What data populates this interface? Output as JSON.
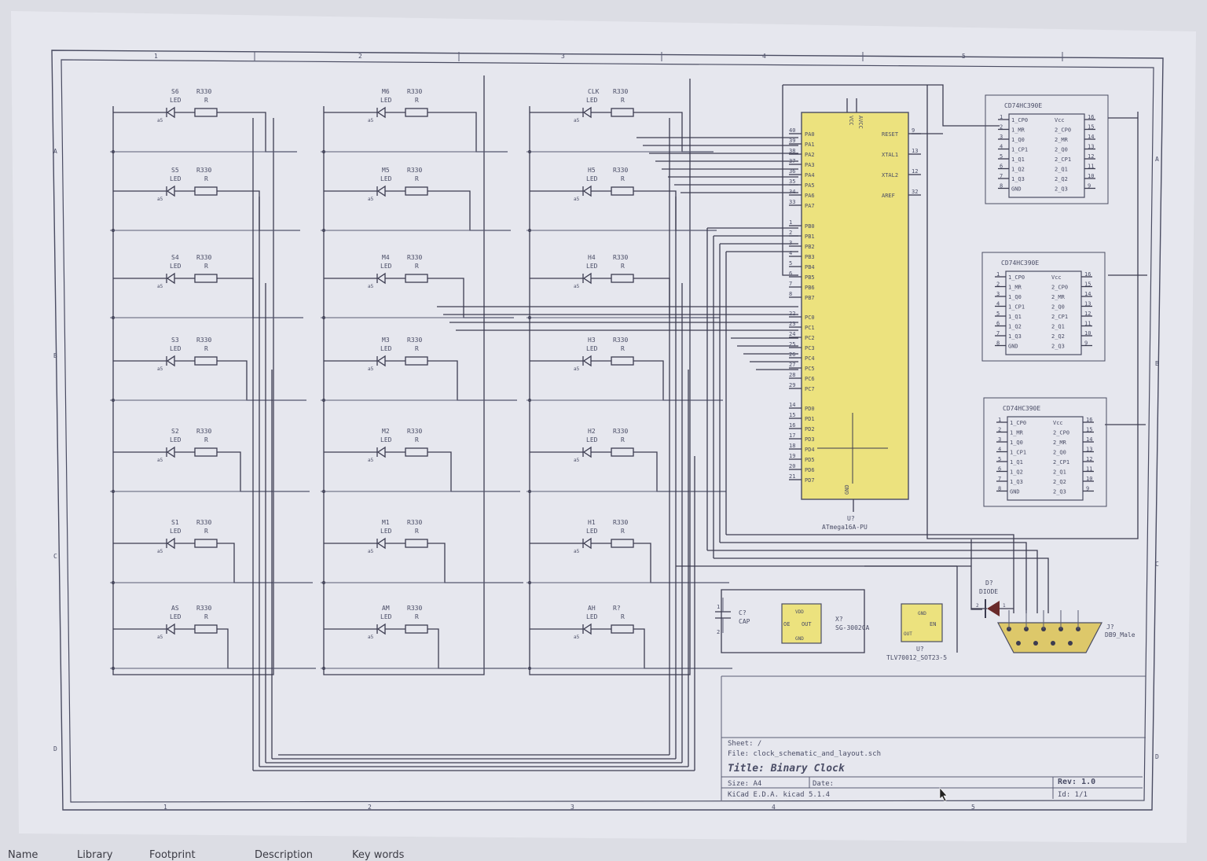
{
  "colors": {
    "background": "#dcdde4",
    "sheet": "#e6e7ee",
    "wire": "#3c3c50",
    "ic_fill": "#ece27e",
    "text": "#4a4d66"
  },
  "frame": {
    "col_marks": [
      "1",
      "2",
      "3",
      "4",
      "5"
    ],
    "row_marks": [
      "A",
      "B",
      "C",
      "D"
    ]
  },
  "led_columns": [
    {
      "rows": [
        {
          "ref": "S6",
          "type": "LED",
          "res_ref": "R330",
          "res_val": "R",
          "net": "a5"
        },
        {
          "ref": "S5",
          "type": "LED",
          "res_ref": "R330",
          "res_val": "R",
          "net": "a5"
        },
        {
          "ref": "S4",
          "type": "LED",
          "res_ref": "R330",
          "res_val": "R",
          "net": "a5"
        },
        {
          "ref": "S3",
          "type": "LED",
          "res_ref": "R330",
          "res_val": "R",
          "net": "a5"
        },
        {
          "ref": "S2",
          "type": "LED",
          "res_ref": "R330",
          "res_val": "R",
          "net": "a5"
        },
        {
          "ref": "S1",
          "type": "LED",
          "res_ref": "R330",
          "res_val": "R",
          "net": "a5"
        },
        {
          "ref": "AS",
          "type": "LED",
          "res_ref": "R330",
          "res_val": "R",
          "net": "a5"
        }
      ]
    },
    {
      "rows": [
        {
          "ref": "M6",
          "type": "LED",
          "res_ref": "R330",
          "res_val": "R",
          "net": "a5"
        },
        {
          "ref": "M5",
          "type": "LED",
          "res_ref": "R330",
          "res_val": "R",
          "net": "a5"
        },
        {
          "ref": "M4",
          "type": "LED",
          "res_ref": "R330",
          "res_val": "R",
          "net": "a5"
        },
        {
          "ref": "M3",
          "type": "LED",
          "res_ref": "R330",
          "res_val": "R",
          "net": "a5"
        },
        {
          "ref": "M2",
          "type": "LED",
          "res_ref": "R330",
          "res_val": "R",
          "net": "a5"
        },
        {
          "ref": "M1",
          "type": "LED",
          "res_ref": "R330",
          "res_val": "R",
          "net": "a5"
        },
        {
          "ref": "AM",
          "type": "LED",
          "res_ref": "R330",
          "res_val": "R",
          "net": "a5"
        }
      ]
    },
    {
      "rows": [
        {
          "ref": "CLK",
          "type": "LED",
          "res_ref": "R330",
          "res_val": "R",
          "net": "a5"
        },
        {
          "ref": "H5",
          "type": "LED",
          "res_ref": "R330",
          "res_val": "R",
          "net": "a5"
        },
        {
          "ref": "H4",
          "type": "LED",
          "res_ref": "R330",
          "res_val": "R",
          "net": "a5"
        },
        {
          "ref": "H3",
          "type": "LED",
          "res_ref": "R330",
          "res_val": "R",
          "net": "a5"
        },
        {
          "ref": "H2",
          "type": "LED",
          "res_ref": "R330",
          "res_val": "R",
          "net": "a5"
        },
        {
          "ref": "H1",
          "type": "LED",
          "res_ref": "R330",
          "res_val": "R",
          "net": "a5"
        },
        {
          "ref": "AH",
          "type": "LED",
          "res_ref": "R?",
          "res_val": "R",
          "net": "a5"
        }
      ]
    }
  ],
  "mcu": {
    "ref": "U?",
    "value": "ATmega16A-PU",
    "top_pins": [
      "VCC",
      "AVCC"
    ],
    "left_pins": [
      {
        "num": "40",
        "name": "PA0"
      },
      {
        "num": "39",
        "name": "PA1"
      },
      {
        "num": "38",
        "name": "PA2"
      },
      {
        "num": "37",
        "name": "PA3"
      },
      {
        "num": "36",
        "name": "PA4"
      },
      {
        "num": "35",
        "name": "PA5"
      },
      {
        "num": "34",
        "name": "PA6"
      },
      {
        "num": "33",
        "name": "PA7"
      },
      {
        "num": "1",
        "name": "PB0"
      },
      {
        "num": "2",
        "name": "PB1"
      },
      {
        "num": "3",
        "name": "PB2"
      },
      {
        "num": "4",
        "name": "PB3"
      },
      {
        "num": "5",
        "name": "PB4"
      },
      {
        "num": "6",
        "name": "PB5"
      },
      {
        "num": "7",
        "name": "PB6"
      },
      {
        "num": "8",
        "name": "PB7"
      },
      {
        "num": "22",
        "name": "PC0"
      },
      {
        "num": "23",
        "name": "PC1"
      },
      {
        "num": "24",
        "name": "PC2"
      },
      {
        "num": "25",
        "name": "PC3"
      },
      {
        "num": "26",
        "name": "PC4"
      },
      {
        "num": "27",
        "name": "PC5"
      },
      {
        "num": "28",
        "name": "PC6"
      },
      {
        "num": "29",
        "name": "PC7"
      },
      {
        "num": "14",
        "name": "PD0"
      },
      {
        "num": "15",
        "name": "PD1"
      },
      {
        "num": "16",
        "name": "PD2"
      },
      {
        "num": "17",
        "name": "PD3"
      },
      {
        "num": "18",
        "name": "PD4"
      },
      {
        "num": "19",
        "name": "PD5"
      },
      {
        "num": "20",
        "name": "PD6"
      },
      {
        "num": "21",
        "name": "PD7"
      }
    ],
    "right_pins": [
      {
        "num": "9",
        "name": "RESET"
      },
      {
        "num": "13",
        "name": "XTAL1"
      },
      {
        "num": "12",
        "name": "XTAL2"
      },
      {
        "num": "32",
        "name": "AREF"
      }
    ],
    "bottom_pin": "GND"
  },
  "counters": [
    {
      "title": "CD74HC390E",
      "left_pins": [
        {
          "num": "1",
          "name": "1_CP0"
        },
        {
          "num": "2",
          "name": "1_MR"
        },
        {
          "num": "3",
          "name": "1_Q0"
        },
        {
          "num": "4",
          "name": "1_CP1"
        },
        {
          "num": "5",
          "name": "1_Q1"
        },
        {
          "num": "6",
          "name": "1_Q2"
        },
        {
          "num": "7",
          "name": "1_Q3"
        },
        {
          "num": "8",
          "name": "GND"
        }
      ],
      "right_pins": [
        {
          "num": "16",
          "name": "Vcc"
        },
        {
          "num": "15",
          "name": "2_CP0"
        },
        {
          "num": "14",
          "name": "2_MR"
        },
        {
          "num": "13",
          "name": "2_Q0"
        },
        {
          "num": "12",
          "name": "2_CP1"
        },
        {
          "num": "11",
          "name": "2_Q1"
        },
        {
          "num": "10",
          "name": "2_Q2"
        },
        {
          "num": "9",
          "name": "2_Q3"
        }
      ]
    },
    {
      "title": "CD74HC390E",
      "left_pins": [
        {
          "num": "1",
          "name": "1_CP0"
        },
        {
          "num": "2",
          "name": "1_MR"
        },
        {
          "num": "3",
          "name": "1_Q0"
        },
        {
          "num": "4",
          "name": "1_CP1"
        },
        {
          "num": "5",
          "name": "1_Q1"
        },
        {
          "num": "6",
          "name": "1_Q2"
        },
        {
          "num": "7",
          "name": "1_Q3"
        },
        {
          "num": "8",
          "name": "GND"
        }
      ],
      "right_pins": [
        {
          "num": "16",
          "name": "Vcc"
        },
        {
          "num": "15",
          "name": "2_CP0"
        },
        {
          "num": "14",
          "name": "2_MR"
        },
        {
          "num": "13",
          "name": "2_Q0"
        },
        {
          "num": "12",
          "name": "2_CP1"
        },
        {
          "num": "11",
          "name": "2_Q1"
        },
        {
          "num": "10",
          "name": "2_Q2"
        },
        {
          "num": "9",
          "name": "2_Q3"
        }
      ]
    },
    {
      "title": "CD74HC390E",
      "left_pins": [
        {
          "num": "1",
          "name": "1_CP0"
        },
        {
          "num": "2",
          "name": "1_MR"
        },
        {
          "num": "3",
          "name": "1_Q0"
        },
        {
          "num": "4",
          "name": "1_CP1"
        },
        {
          "num": "5",
          "name": "1_Q1"
        },
        {
          "num": "6",
          "name": "1_Q2"
        },
        {
          "num": "7",
          "name": "1_Q3"
        },
        {
          "num": "8",
          "name": "GND"
        }
      ],
      "right_pins": [
        {
          "num": "16",
          "name": "Vcc"
        },
        {
          "num": "15",
          "name": "2_CP0"
        },
        {
          "num": "14",
          "name": "2_MR"
        },
        {
          "num": "13",
          "name": "2_Q0"
        },
        {
          "num": "12",
          "name": "2_CP1"
        },
        {
          "num": "11",
          "name": "2_Q1"
        },
        {
          "num": "10",
          "name": "2_Q2"
        },
        {
          "num": "9",
          "name": "2_Q3"
        }
      ]
    }
  ],
  "capacitor": {
    "ref": "C?",
    "value": "CAP",
    "pin1": "1",
    "pin2": "2"
  },
  "oscillator": {
    "ref": "X?",
    "value": "SG-3002CA",
    "pins": [
      "OE",
      "OUT",
      "VDD",
      "GND"
    ]
  },
  "regulator": {
    "ref": "U?",
    "value": "TLV70012_SOT23-5",
    "pins": [
      "EN",
      "GND",
      "OUT"
    ]
  },
  "diode": {
    "ref": "D?",
    "value": "DIODE",
    "pin1": "1",
    "pin2": "2"
  },
  "connector": {
    "ref": "J?",
    "value": "DB9_Male"
  },
  "title_block": {
    "sheet": "Sheet: /",
    "file": "File: clock_schematic_and_layout.sch",
    "title": "Title: Binary Clock",
    "size": "Size: A4",
    "date": "Date:",
    "rev": "Rev: 1.0",
    "app": "KiCad E.D.A.  kicad 5.1.4",
    "id": "Id: 1/1"
  },
  "bottom_bar": {
    "columns": [
      "Name",
      "Library",
      "Footprint",
      "Description",
      "Key words"
    ]
  }
}
